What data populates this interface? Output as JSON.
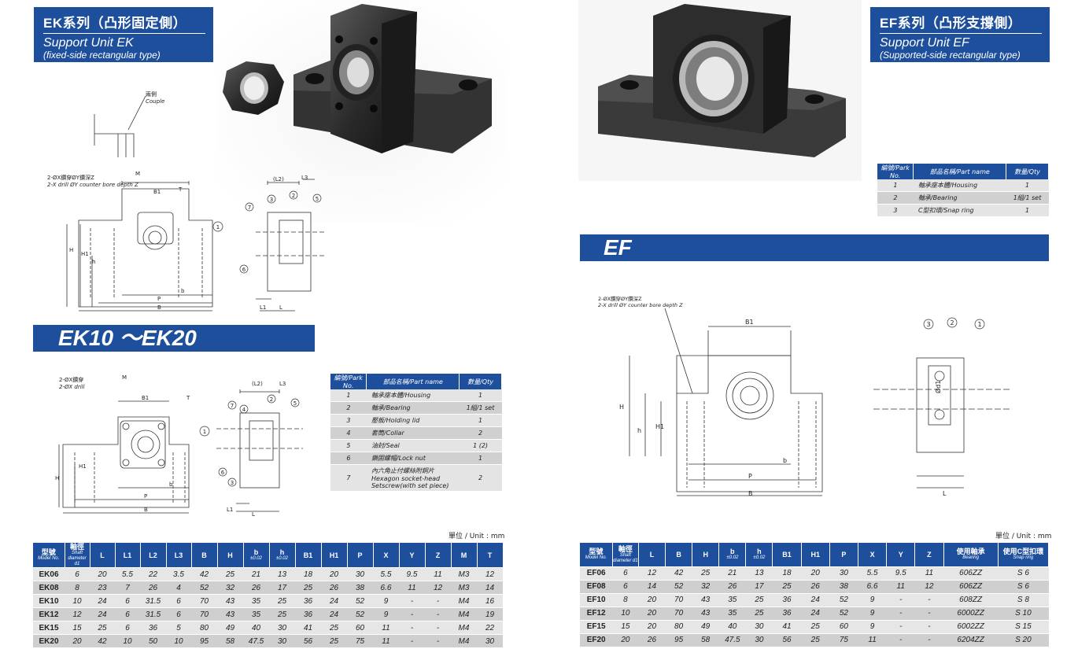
{
  "ek_title": {
    "cn": "EK系列（凸形固定側）",
    "en": "Support Unit EK",
    "sub": "(fixed-side rectangular type)"
  },
  "ef_title": {
    "cn": "EF系列（凸形支撐側）",
    "en": "Support Unit EF",
    "sub": "(Supported-side rectangular type)"
  },
  "banner_ek": "EK10 ～EK20",
  "banner_ef": "EF",
  "colors": {
    "brand": "#1e4f9c",
    "row_light": "#e6e6e6",
    "row_dark": "#cfcfcf"
  },
  "diagram_labels": {
    "couple_cn": "兩側",
    "couple_en": "Couple",
    "drill1_cn": "2-ØX鑽穿ØY鑽深Z",
    "drill1_en": "2-X drill ØY counter bore depth Z",
    "drill2_cn": "2-ØX鑽穿",
    "drill2_en": "2-ØX drill",
    "dims": [
      "M",
      "B1",
      "T",
      "H",
      "H1",
      "h",
      "b",
      "P",
      "B",
      "L",
      "L1",
      "(L2)",
      "L3",
      "d1"
    ],
    "balloons": [
      "1",
      "2",
      "3",
      "4",
      "5",
      "6",
      "7"
    ]
  },
  "ek_parts": {
    "headers": [
      "編號/Park No.",
      "部品名稱/Part name",
      "數量/Qty"
    ],
    "rows": [
      [
        "1",
        "軸承座本體/Housing",
        "1"
      ],
      [
        "2",
        "軸承/Bearing",
        "1組/1 set"
      ],
      [
        "3",
        "壓板/Holding lid",
        "1"
      ],
      [
        "4",
        "套筒/Collar",
        "2"
      ],
      [
        "5",
        "油封/Seal",
        "1 (2)"
      ],
      [
        "6",
        "鎖固螺帽/Lock nut",
        "1"
      ],
      [
        "7",
        "內六角止付螺絲附銅片 Hexagon socket-head Setscrew(with set piece)",
        "2"
      ]
    ]
  },
  "ef_parts": {
    "headers": [
      "編號/Park No.",
      "部品名稱/Part name",
      "數量/Qty"
    ],
    "rows": [
      [
        "1",
        "軸承座本體/Housing",
        "1"
      ],
      [
        "2",
        "軸承/Bearing",
        "1組/1 set"
      ],
      [
        "3",
        "C型扣環/Snap ring",
        "1"
      ]
    ]
  },
  "unit_label": "單位 / Unit : mm",
  "ek_table": {
    "headers": [
      "型號|Model No.",
      "軸徑|Shaft diameter d1",
      "L",
      "L1",
      "L2",
      "L3",
      "B",
      "H",
      "b|±0.02",
      "h|±0.02",
      "B1",
      "H1",
      "P",
      "X",
      "Y",
      "Z",
      "M",
      "T"
    ],
    "rows": [
      [
        "EK06",
        "6",
        "20",
        "5.5",
        "22",
        "3.5",
        "42",
        "25",
        "21",
        "13",
        "18",
        "20",
        "30",
        "5.5",
        "9.5",
        "11",
        "M3",
        "12"
      ],
      [
        "EK08",
        "8",
        "23",
        "7",
        "26",
        "4",
        "52",
        "32",
        "26",
        "17",
        "25",
        "26",
        "38",
        "6.6",
        "11",
        "12",
        "M3",
        "14"
      ],
      [
        "EK10",
        "10",
        "24",
        "6",
        "31.5",
        "6",
        "70",
        "43",
        "35",
        "25",
        "36",
        "24",
        "52",
        "9",
        "-",
        "-",
        "M4",
        "16"
      ],
      [
        "EK12",
        "12",
        "24",
        "6",
        "31.5",
        "6",
        "70",
        "43",
        "35",
        "25",
        "36",
        "24",
        "52",
        "9",
        "-",
        "-",
        "M4",
        "19"
      ],
      [
        "EK15",
        "15",
        "25",
        "6",
        "36",
        "5",
        "80",
        "49",
        "40",
        "30",
        "41",
        "25",
        "60",
        "11",
        "-",
        "-",
        "M4",
        "22"
      ],
      [
        "EK20",
        "20",
        "42",
        "10",
        "50",
        "10",
        "95",
        "58",
        "47.5",
        "30",
        "56",
        "25",
        "75",
        "11",
        "-",
        "-",
        "M4",
        "30"
      ]
    ]
  },
  "ef_table": {
    "headers": [
      "型號|Model No.",
      "軸徑|Shaft diameter d1",
      "L",
      "B",
      "H",
      "b|±0.02",
      "h|±0.02",
      "B1",
      "H1",
      "P",
      "X",
      "Y",
      "Z",
      "使用軸承|Bearing",
      "使用C型扣環|Snap ring"
    ],
    "rows": [
      [
        "EF06",
        "6",
        "12",
        "42",
        "25",
        "21",
        "13",
        "18",
        "20",
        "30",
        "5.5",
        "9.5",
        "11",
        "606ZZ",
        "S 6"
      ],
      [
        "EF08",
        "6",
        "14",
        "52",
        "32",
        "26",
        "17",
        "25",
        "26",
        "38",
        "6.6",
        "11",
        "12",
        "606ZZ",
        "S 6"
      ],
      [
        "EF10",
        "8",
        "20",
        "70",
        "43",
        "35",
        "25",
        "36",
        "24",
        "52",
        "9",
        "-",
        "-",
        "608ZZ",
        "S 8"
      ],
      [
        "EF12",
        "10",
        "20",
        "70",
        "43",
        "35",
        "25",
        "36",
        "24",
        "52",
        "9",
        "-",
        "-",
        "6000ZZ",
        "S 10"
      ],
      [
        "EF15",
        "15",
        "20",
        "80",
        "49",
        "40",
        "30",
        "41",
        "25",
        "60",
        "9",
        "-",
        "-",
        "6002ZZ",
        "S 15"
      ],
      [
        "EF20",
        "20",
        "26",
        "95",
        "58",
        "47.5",
        "30",
        "56",
        "25",
        "75",
        "11",
        "-",
        "-",
        "6204ZZ",
        "S 20"
      ]
    ]
  }
}
